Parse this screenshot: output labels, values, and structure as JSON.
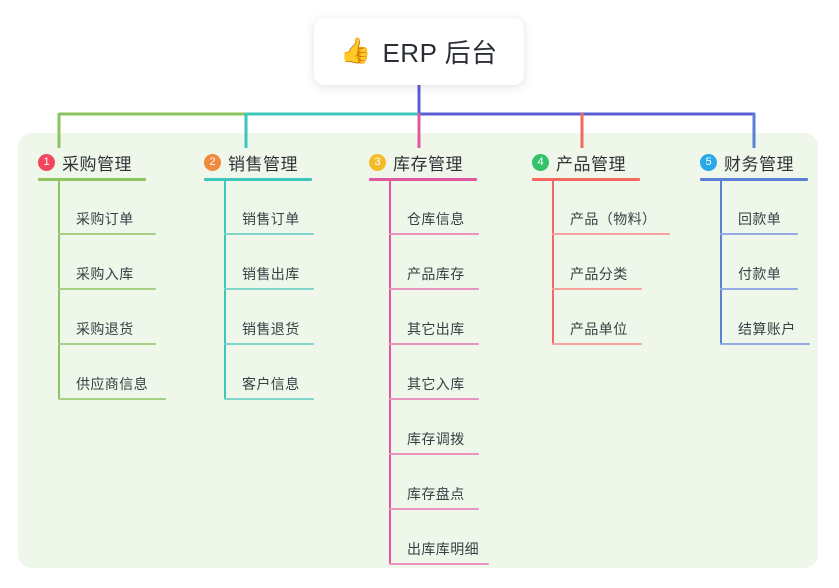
{
  "diagram": {
    "type": "mind-map",
    "title": "ERP 后台",
    "root": {
      "emoji": "👍",
      "emoji_name": "thumbs-up-emoji",
      "label": "ERP 后台"
    },
    "panel_color": "#eef7e9",
    "background_color": "#ffffff",
    "branches": [
      {
        "index": "1",
        "label": "采购管理",
        "badge_color": "#f0475f",
        "line_color": "#8cc462",
        "children": [
          "采购订单",
          "采购入库",
          "采购退货",
          "供应商信息"
        ]
      },
      {
        "index": "2",
        "label": "销售管理",
        "badge_color": "#f08a3c",
        "line_color": "#3ec6ba",
        "children": [
          "销售订单",
          "销售出库",
          "销售退货",
          "客户信息"
        ]
      },
      {
        "index": "3",
        "label": "库存管理",
        "badge_color": "#f5bc2a",
        "line_color": "#e0589f",
        "children": [
          "仓库信息",
          "产品库存",
          "其它出库",
          "其它入库",
          "库存调拨",
          "库存盘点",
          "出库库明细"
        ]
      },
      {
        "index": "4",
        "label": "产品管理",
        "badge_color": "#33c36a",
        "line_color": "#f4685f",
        "children": [
          "产品（物料）",
          "产品分类",
          "产品单位"
        ]
      },
      {
        "index": "5",
        "label": "财务管理",
        "badge_color": "#28a8e8",
        "line_color": "#5b7fd4",
        "children": [
          "回款单",
          "付款单",
          "结算账户"
        ]
      }
    ],
    "trunk": {
      "stem_color": "#5b5fd4",
      "segment_colors": [
        "#8cc462",
        "#3ec6ba",
        "#5b5fd4",
        "#5b5fd4"
      ]
    }
  }
}
